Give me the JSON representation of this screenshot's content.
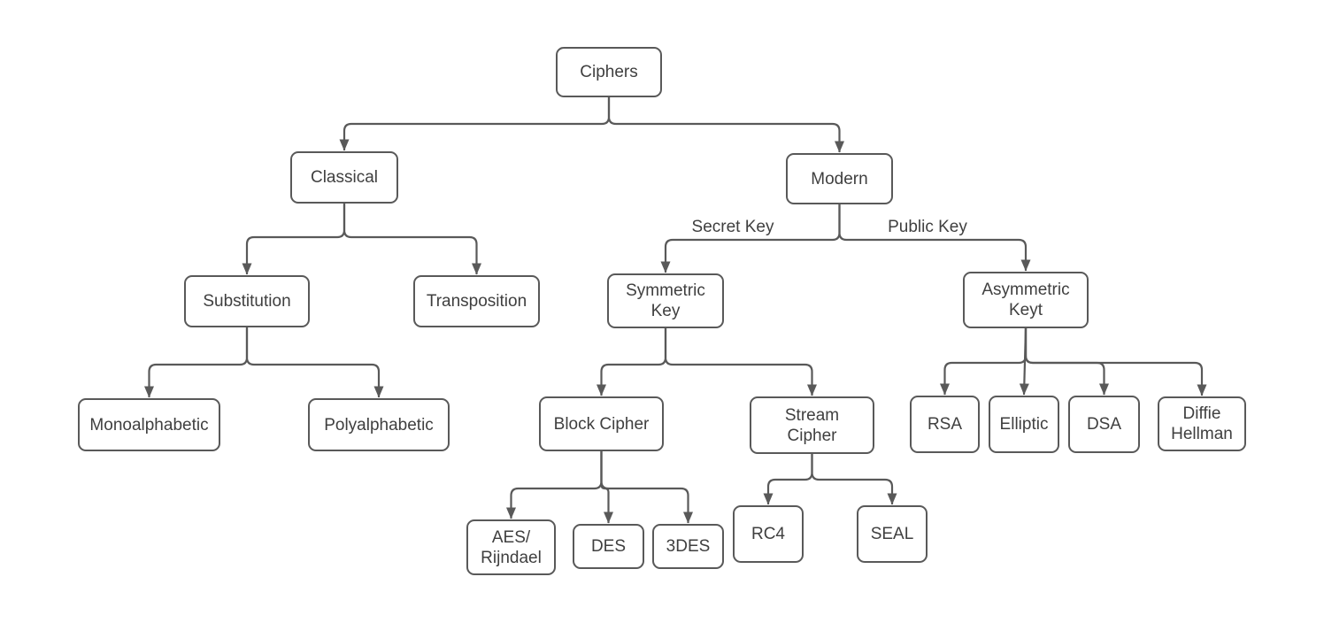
{
  "diagram": {
    "nodes": {
      "ciphers": {
        "label": "Ciphers"
      },
      "classical": {
        "label": "Classical"
      },
      "modern": {
        "label": "Modern"
      },
      "substitution": {
        "label": "Substitution"
      },
      "transposition": {
        "label": "Transposition"
      },
      "symmetric_key": {
        "label": "Symmetric\nKey"
      },
      "asymmetric_keyt": {
        "label": "Asymmetric\nKeyt"
      },
      "monoalphabetic": {
        "label": "Monoalphabetic"
      },
      "polyalphabetic": {
        "label": "Polyalphabetic"
      },
      "block_cipher": {
        "label": "Block Cipher"
      },
      "stream_cipher": {
        "label": "Stream\nCipher"
      },
      "rsa": {
        "label": "RSA"
      },
      "elliptic": {
        "label": "Elliptic"
      },
      "dsa": {
        "label": "DSA"
      },
      "diffie_hellman": {
        "label": "Diffie\nHellman"
      },
      "aes_rijndael": {
        "label": "AES/\nRijndael"
      },
      "des": {
        "label": "DES"
      },
      "triple_des": {
        "label": "3DES"
      },
      "rc4": {
        "label": "RC4"
      },
      "seal": {
        "label": "SEAL"
      }
    },
    "edge_labels": {
      "secret_key": "Secret Key",
      "public_key": "Public Key"
    },
    "colors": {
      "line": "#595959",
      "box_border": "#595959",
      "box_fill": "#ffffff",
      "text": "#3f3f3f",
      "background": "#ffffff"
    }
  }
}
